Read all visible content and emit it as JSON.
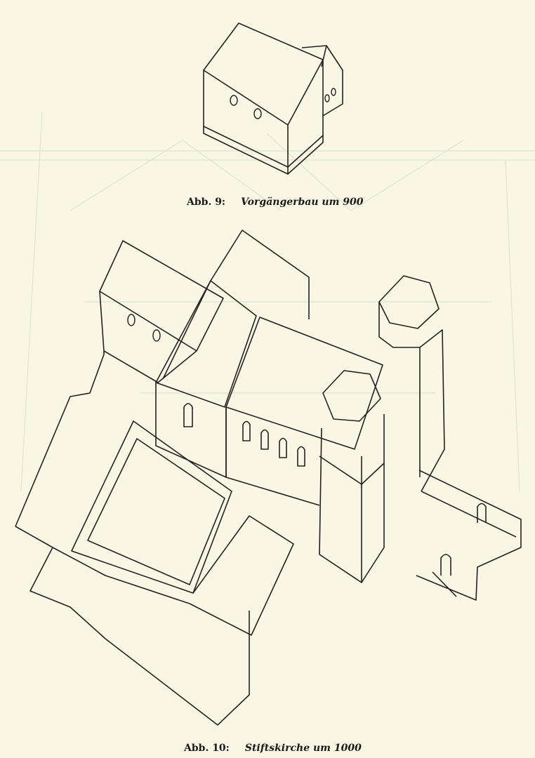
{
  "figures": [
    {
      "label": "Abb. 9:",
      "caption": "Vorgängerbau um 900"
    },
    {
      "label": "Abb. 10:",
      "caption": "Stiftskirche um 1000"
    }
  ]
}
